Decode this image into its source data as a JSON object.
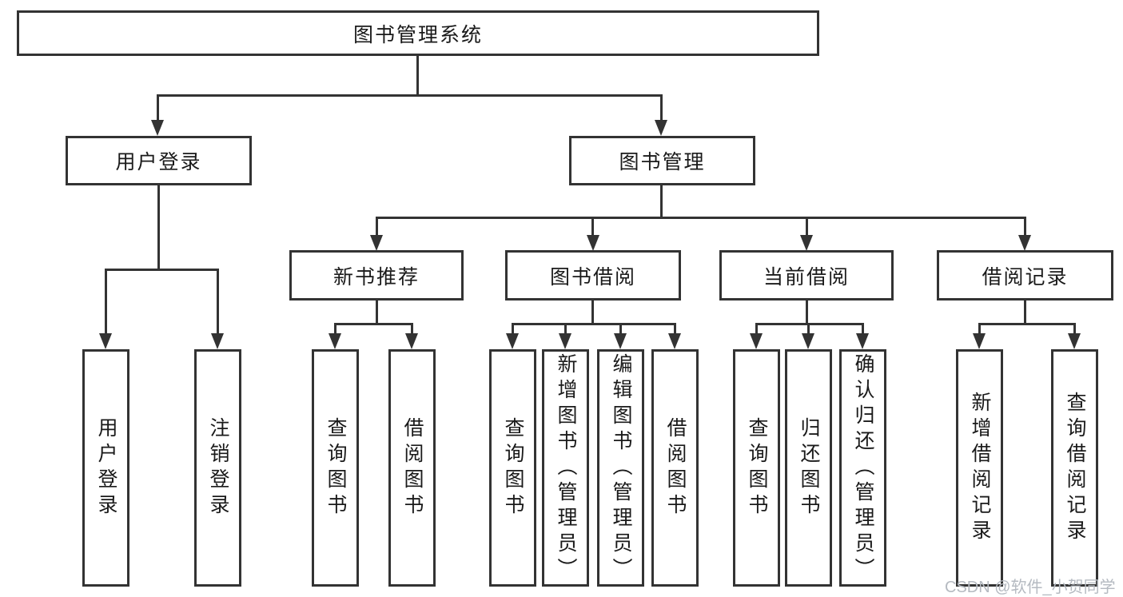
{
  "root": {
    "label": "图书管理系统"
  },
  "level2": {
    "user_login": "用户登录",
    "book_mgmt": "图书管理"
  },
  "level3": {
    "new_book": "新书推荐",
    "borrow": "图书借阅",
    "current": "当前借阅",
    "records": "借阅记录"
  },
  "leaves": {
    "user_login": [
      "用户登录",
      "注销登录"
    ],
    "new_book": [
      "查询图书",
      "借阅图书"
    ],
    "borrow": [
      "查询图书",
      "新增图书（管理员）",
      "编辑图书（管理员）",
      "借阅图书"
    ],
    "current": [
      "查询图书",
      "归还图书",
      "确认归还（管理员）"
    ],
    "records": [
      "新增借阅记录",
      "查询借阅记录"
    ]
  },
  "watermark": "CSDN @软件_小贺同学",
  "colors": {
    "line": "#333333",
    "text": "#1a1a1a",
    "watermark": "#b5bac1",
    "background": "#ffffff"
  }
}
